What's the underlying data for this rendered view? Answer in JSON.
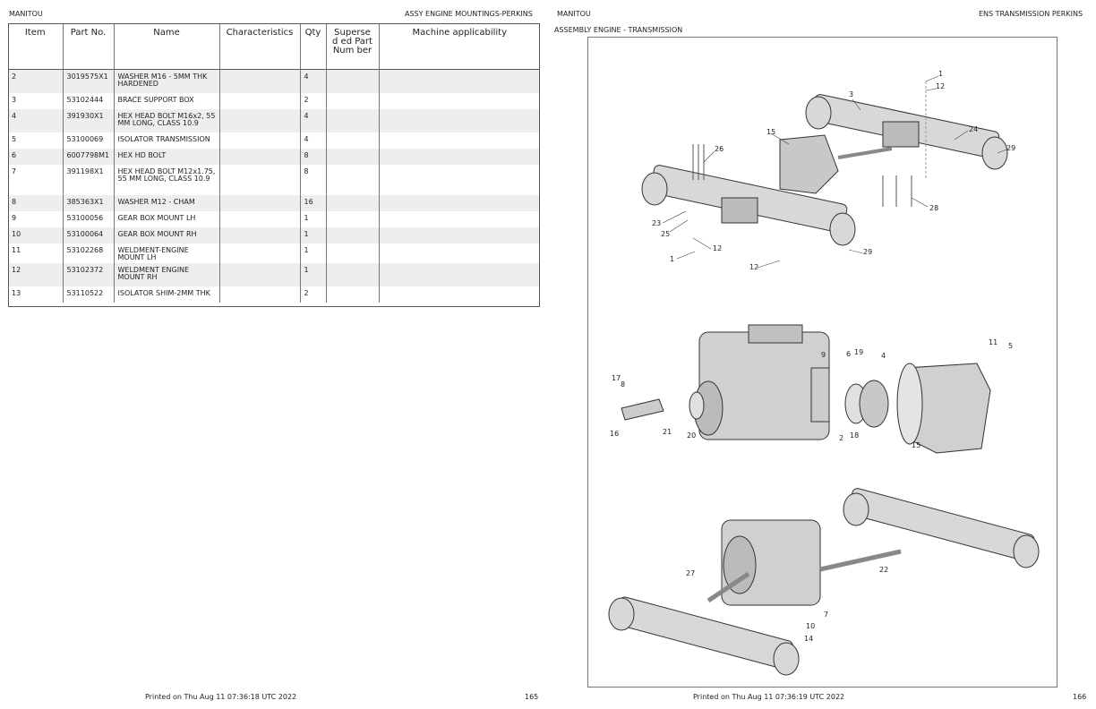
{
  "left_page": {
    "brand": "MANITOU",
    "section_title": "ASSY ENGINE MOUNTINGS-PERKINS",
    "columns": [
      "Item",
      "Part No.",
      "Name",
      "Characteristics",
      "Qty",
      "Supersed ed PartNum ber",
      "Machine applicability"
    ],
    "rows": [
      {
        "item": "2",
        "part_no": "3019575X1",
        "name": "WASHER M16 - 5MM THK HARDENED",
        "characteristics": "",
        "qty": "4",
        "superseded": "",
        "applicability": ""
      },
      {
        "item": "3",
        "part_no": "53102444",
        "name": "BRACE  SUPPORT BOX",
        "characteristics": "",
        "qty": "2",
        "superseded": "",
        "applicability": ""
      },
      {
        "item": "4",
        "part_no": "391930X1",
        "name": "HEX HEAD BOLT M16x2, 55 MM  LONG, CLASS 10.9",
        "characteristics": "",
        "qty": "4",
        "superseded": "",
        "applicability": ""
      },
      {
        "item": "5",
        "part_no": "53100069",
        "name": "ISOLATOR TRANSMISSION",
        "characteristics": "",
        "qty": "4",
        "superseded": "",
        "applicability": ""
      },
      {
        "item": "6",
        "part_no": "6007798M1",
        "name": "HEX HD BOLT",
        "characteristics": "",
        "qty": "8",
        "superseded": "",
        "applicability": ""
      },
      {
        "item": "7",
        "part_no": "391198X1",
        "name": "HEX HEAD BOLT M12x1.75,  55 MM  LONG, CLASS 10.9",
        "characteristics": "",
        "qty": "8",
        "superseded": "",
        "applicability": ""
      },
      {
        "item": "8",
        "part_no": "385363X1",
        "name": "WASHER M12 - CHAM",
        "characteristics": "",
        "qty": "16",
        "superseded": "",
        "applicability": ""
      },
      {
        "item": "9",
        "part_no": "53100056",
        "name": "GEAR  BOX  MOUNT LH",
        "characteristics": "",
        "qty": "1",
        "superseded": "",
        "applicability": ""
      },
      {
        "item": "10",
        "part_no": "53100064",
        "name": "GEAR  BOX  MOUNT RH",
        "characteristics": "",
        "qty": "1",
        "superseded": "",
        "applicability": ""
      },
      {
        "item": "11",
        "part_no": "53102268",
        "name": "WELDMENT-ENGINE MOUNT LH",
        "characteristics": "",
        "qty": "1",
        "superseded": "",
        "applicability": ""
      },
      {
        "item": "12",
        "part_no": "53102372",
        "name": "WELDMENT ENGINE MOUNT RH",
        "characteristics": "",
        "qty": "1",
        "superseded": "",
        "applicability": ""
      },
      {
        "item": "13",
        "part_no": "53110522",
        "name": "ISOLATOR SHIM-2MM THK",
        "characteristics": "",
        "qty": "2",
        "superseded": "",
        "applicability": ""
      }
    ],
    "footer_printed": "Printed on  Thu Aug 11 07:36:18 UTC 2022",
    "page_number": "165"
  },
  "right_page": {
    "brand": "MANITOU",
    "section_title": "ENS TRANSMISSION PERKINS",
    "drawing_caption": "ASSEMBLY ENGINE - TRANSMISSION",
    "callouts": [
      "1",
      "12",
      "3",
      "15",
      "24",
      "29",
      "26",
      "28",
      "23",
      "25",
      "12",
      "1",
      "12",
      "29",
      "11",
      "5",
      "9",
      "6",
      "19",
      "4",
      "17",
      "8",
      "16",
      "21",
      "20",
      "2",
      "18",
      "15",
      "22",
      "27",
      "7",
      "10",
      "14"
    ],
    "footer_printed": "Printed on  Thu Aug 11 07:36:19 UTC 2022",
    "page_number": "166"
  }
}
